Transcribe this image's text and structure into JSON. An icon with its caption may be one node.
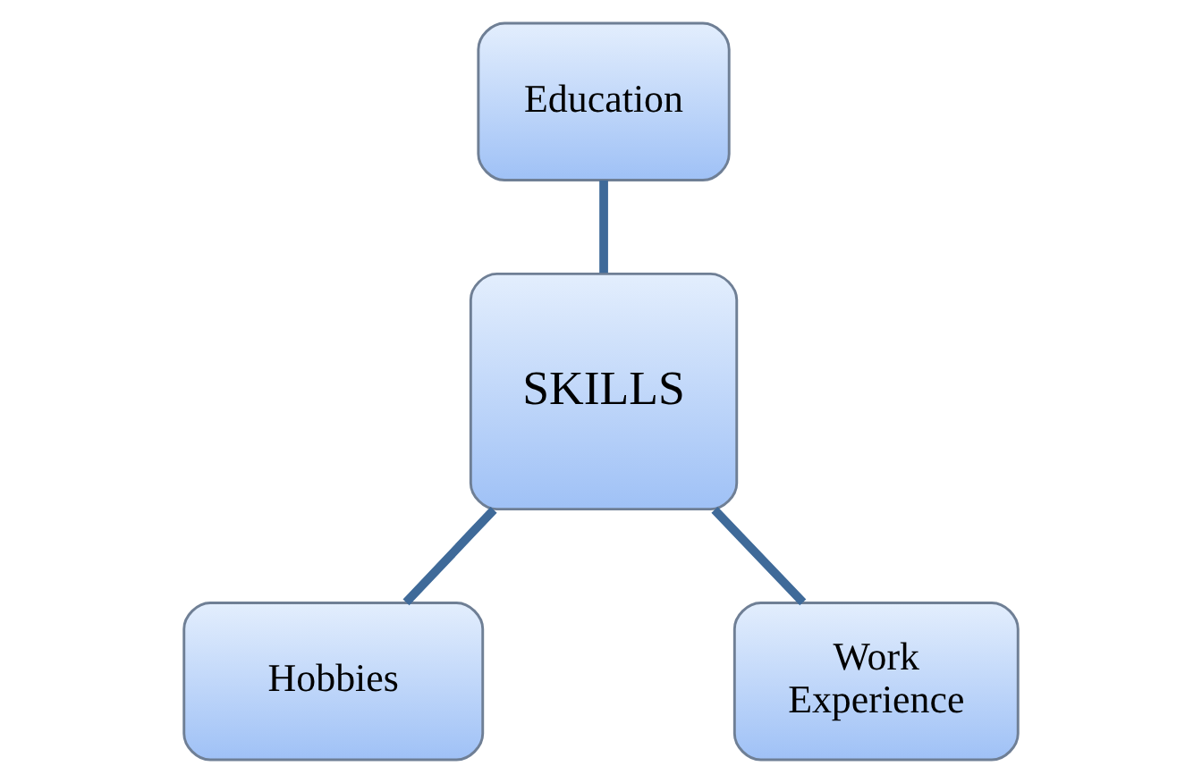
{
  "diagram": {
    "nodes": [
      {
        "text": [
          "Education"
        ]
      },
      {
        "text": [
          "SKILLS"
        ]
      },
      {
        "text": [
          "Hobbies"
        ]
      },
      {
        "text": [
          "Work Experience"
        ]
      }
    ],
    "edges": [
      {
        "from": 0,
        "to": 1,
        "arrow": "none"
      },
      {
        "from": 1,
        "to": 2,
        "arrow": "none"
      },
      {
        "from": 1,
        "to": 3,
        "arrow": "none"
      }
    ]
  }
}
